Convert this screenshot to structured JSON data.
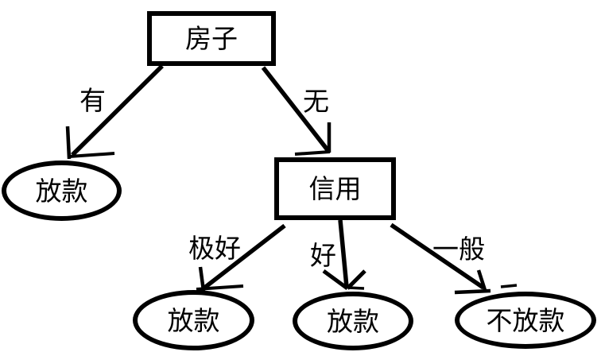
{
  "diagram": {
    "type": "decision-tree",
    "background_color": "#ffffff",
    "line_color": "#000000",
    "nodes": [
      {
        "id": "house",
        "shape": "rectangle",
        "label": "房子"
      },
      {
        "id": "credit",
        "shape": "rectangle",
        "label": "信用"
      },
      {
        "id": "loan-has-house",
        "shape": "ellipse",
        "label": "放款"
      },
      {
        "id": "loan-credit-excellent",
        "shape": "ellipse",
        "label": "放款"
      },
      {
        "id": "loan-credit-good",
        "shape": "ellipse",
        "label": "放款"
      },
      {
        "id": "no-loan-credit-average",
        "shape": "ellipse",
        "label": "不放款"
      }
    ],
    "edges": [
      {
        "from": "房子",
        "to": "放款",
        "label": "有"
      },
      {
        "from": "房子",
        "to": "信用",
        "label": "无"
      },
      {
        "from": "信用",
        "to": "放款",
        "label": "极好"
      },
      {
        "from": "信用",
        "to": "放款",
        "label": "好"
      },
      {
        "from": "信用",
        "to": "不放款",
        "label": "一般"
      }
    ]
  }
}
